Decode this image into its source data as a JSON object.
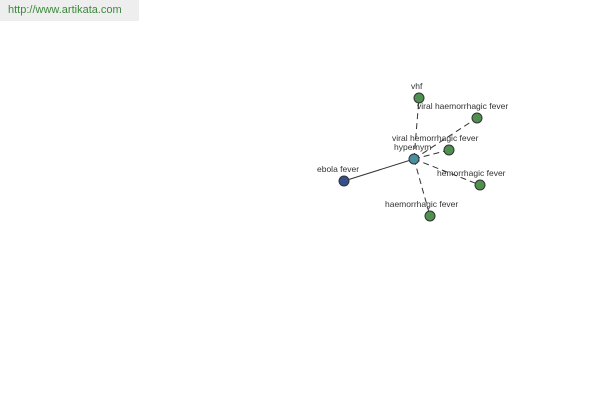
{
  "banner": {
    "url": "http://www.artikata.com"
  },
  "colors": {
    "background": "#ffffff",
    "banner_background": "#eeeeee",
    "banner_text": "#3a8a3a",
    "center_node": "#4a8fa0",
    "source_node": "#334f8c",
    "synonym_node": "#4f8f4f",
    "edge": "#333333",
    "label": "#333333"
  },
  "graph": {
    "center": {
      "id": "hypernym",
      "label": "hypernym"
    },
    "source": {
      "id": "ebola-fever",
      "label": "ebola fever",
      "edge_style": "solid"
    },
    "terms": [
      {
        "id": "vhf",
        "label": "vhf",
        "edge_style": "dashed"
      },
      {
        "id": "viral-haemorrhagic-fever",
        "label": "viral haemorrhagic fever",
        "edge_style": "dashed"
      },
      {
        "id": "viral-hemorrhagic-fever",
        "label": "viral hemorrhagic fever",
        "edge_style": "dashed"
      },
      {
        "id": "hemorrhagic-fever",
        "label": "hemorrhagic fever",
        "edge_style": "dashed"
      },
      {
        "id": "haemorrhagic-fever",
        "label": "haemorrhagic fever",
        "edge_style": "dashed"
      }
    ]
  }
}
